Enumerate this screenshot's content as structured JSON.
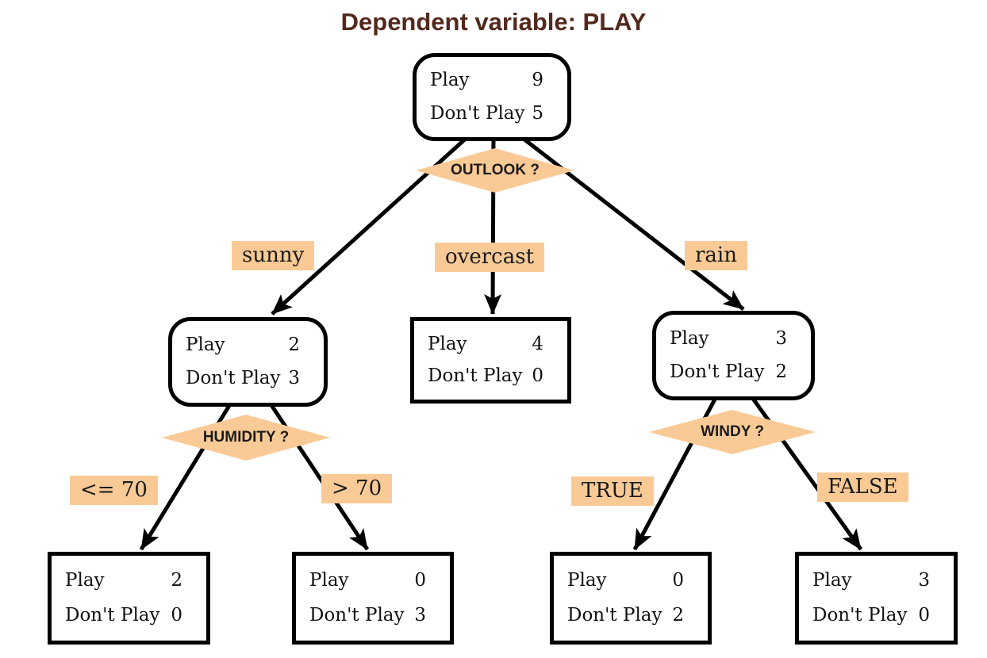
{
  "title": "Dependent variable: PLAY",
  "labels": {
    "play": "Play",
    "dont_play": "Don't Play"
  },
  "questions": {
    "outlook": "OUTLOOK ?",
    "humidity": "HUMIDITY ?",
    "windy": "WINDY ?"
  },
  "branches": {
    "sunny": "sunny",
    "overcast": "overcast",
    "rain": "rain",
    "humidity_low": "<= 70",
    "humidity_high": "> 70",
    "windy_true": "TRUE",
    "windy_false": "FALSE"
  },
  "nodes": {
    "root": {
      "play": "9",
      "dont_play": "5"
    },
    "sunny": {
      "play": "2",
      "dont_play": "3"
    },
    "overcast": {
      "play": "4",
      "dont_play": "0"
    },
    "rain": {
      "play": "3",
      "dont_play": "2"
    },
    "humidity_low": {
      "play": "2",
      "dont_play": "0"
    },
    "humidity_high": {
      "play": "0",
      "dont_play": "3"
    },
    "windy_true": {
      "play": "0",
      "dont_play": "2"
    },
    "windy_false": {
      "play": "3",
      "dont_play": "0"
    }
  },
  "colors": {
    "accent_peach": "#F9CA96",
    "title_brown": "#53291E",
    "line_black": "#000000"
  }
}
